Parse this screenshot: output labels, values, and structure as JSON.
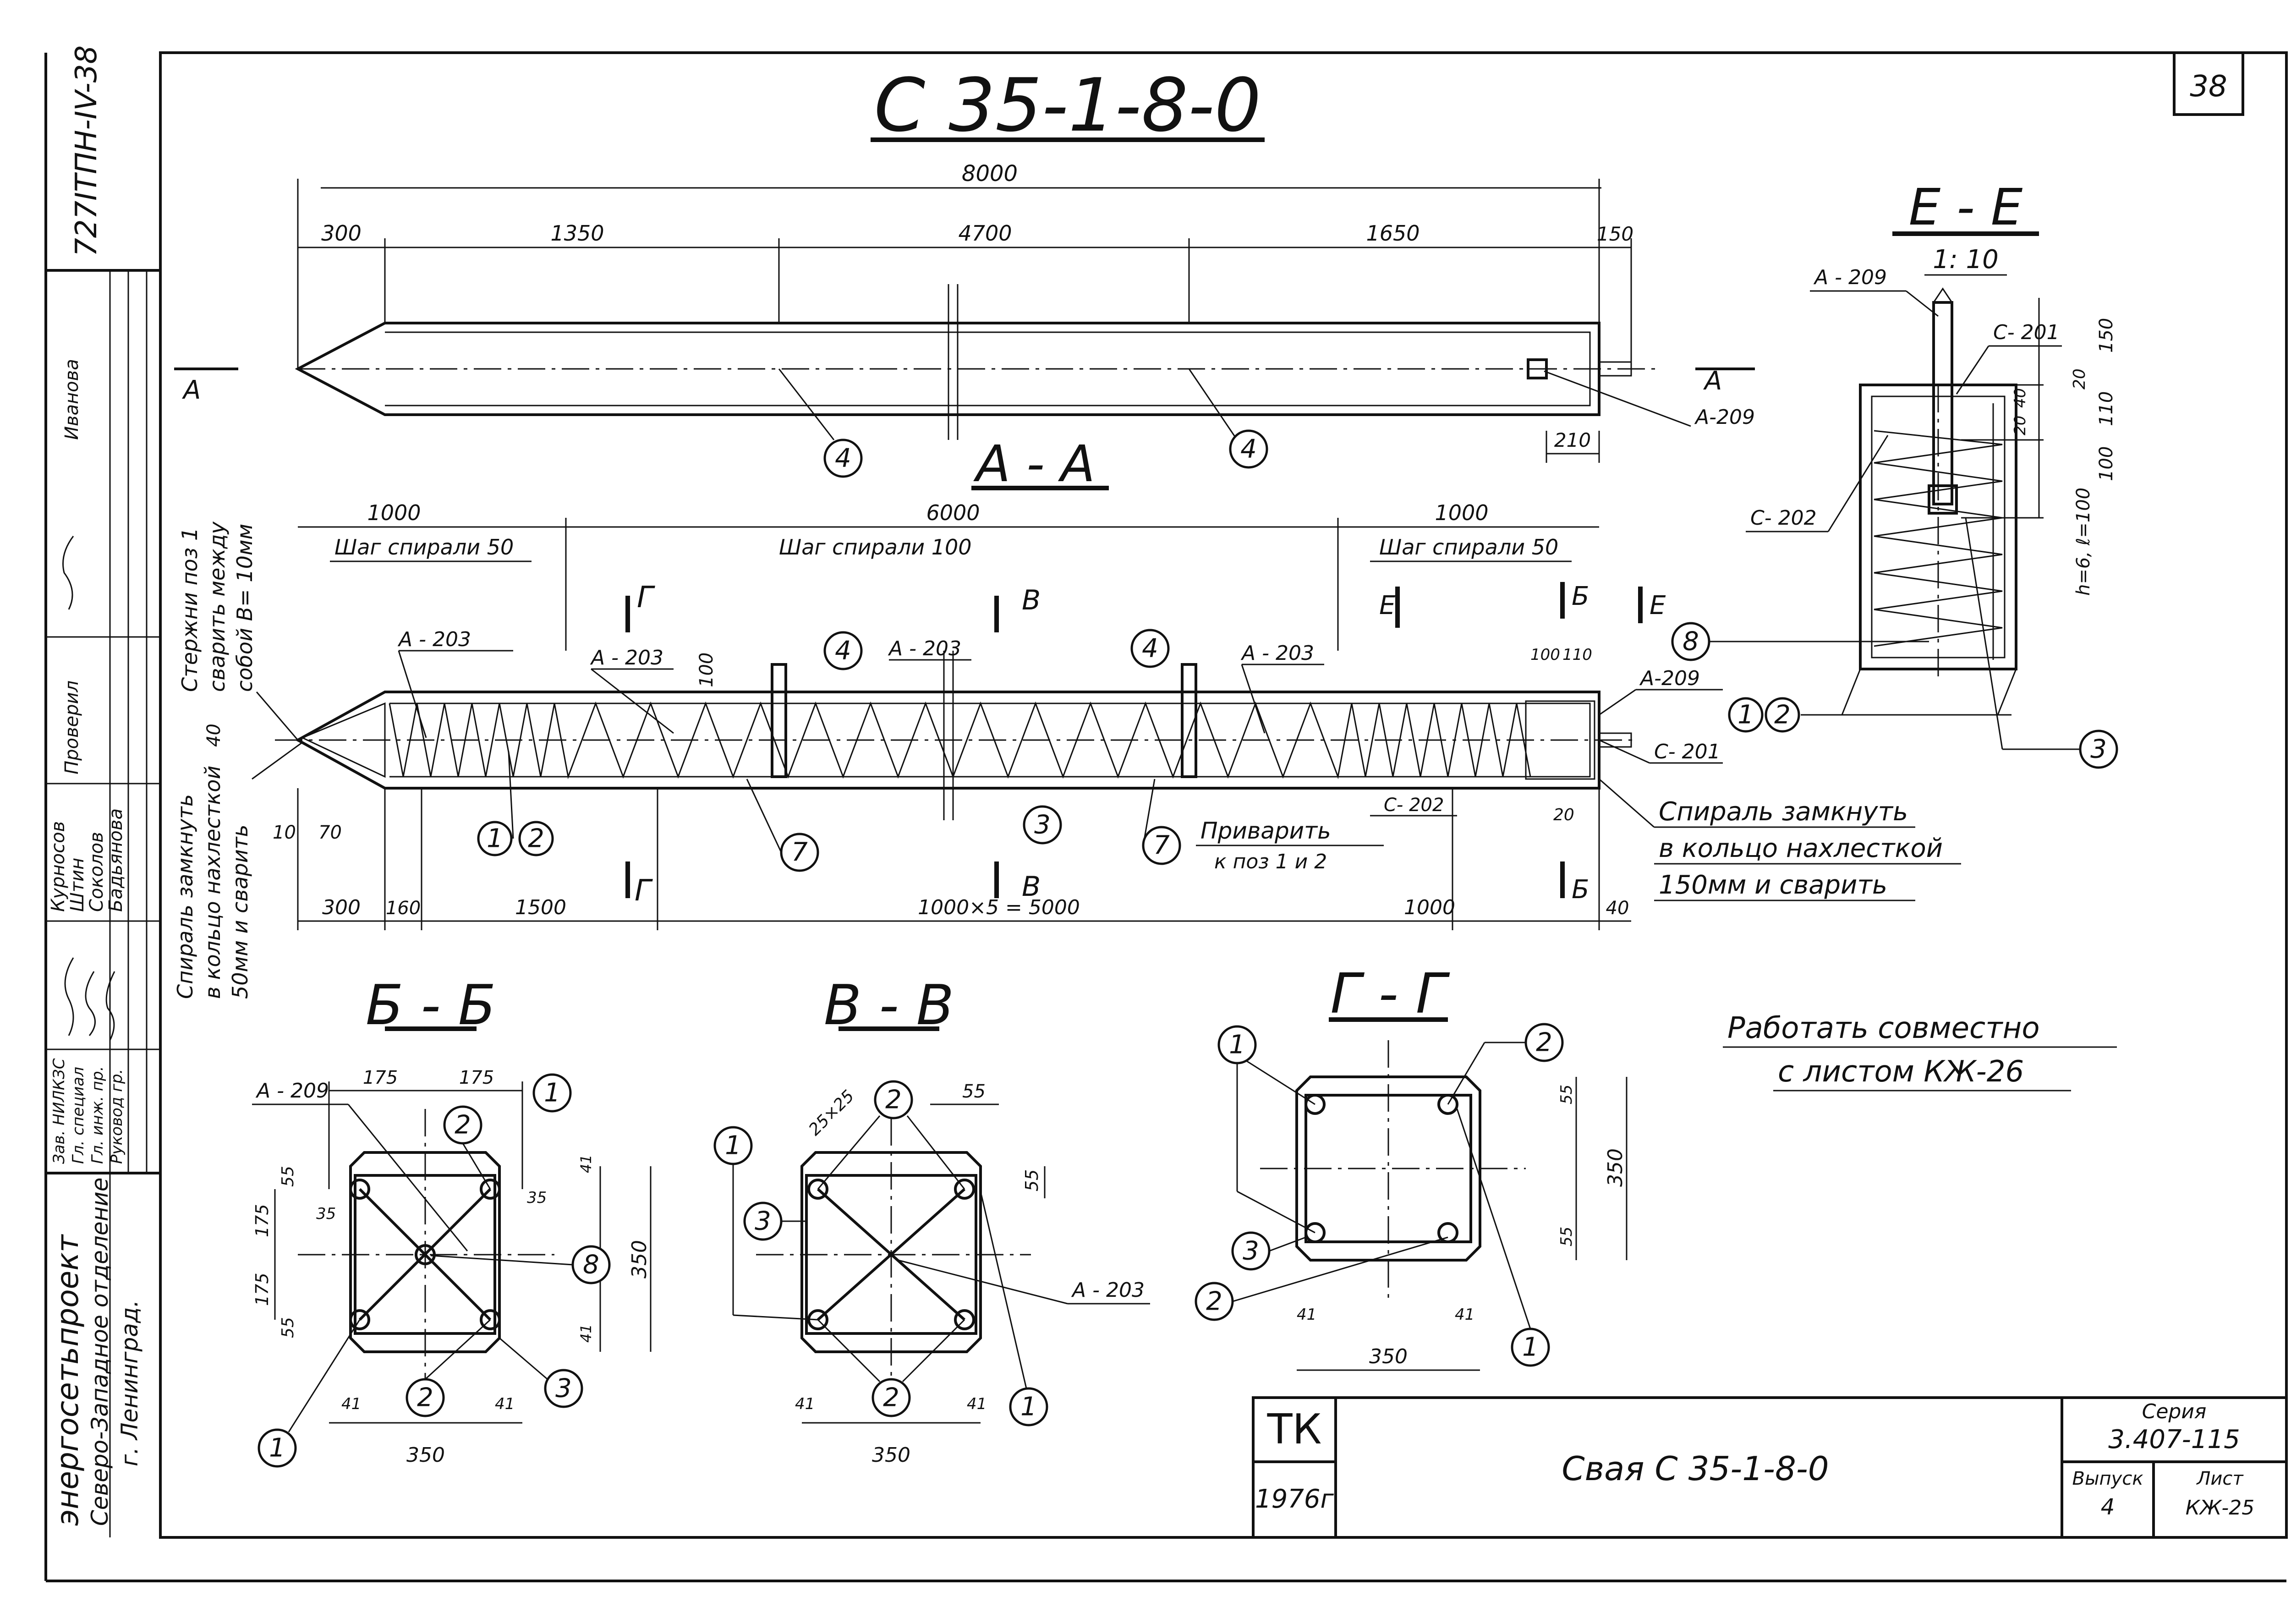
{
  "sheet_number": "38",
  "side_code": "727ITПH-IV-38",
  "main_title": "С 35-1-8-0",
  "elevation_dims": {
    "total": "8000",
    "seg1": "300",
    "seg2": "1350",
    "seg3": "4700",
    "seg4": "1650",
    "seg5": "150",
    "bolt": "210"
  },
  "section_mark": "А",
  "view_aa": {
    "title": "А - А",
    "zone_left": "1000",
    "zone_mid": "6000",
    "zone_right": "1000",
    "pitch_left": "Шаг спирали 50",
    "pitch_mid": "Шаг спирали 100",
    "pitch_right": "Шаг спирали 50",
    "bottom_dims": [
      "300",
      "160",
      "1500",
      "1000×5 = 5000",
      "1000",
      "40"
    ],
    "small_dims": {
      "d10": "10",
      "d70": "70",
      "d40": "40",
      "d100": "100",
      "d110": "110",
      "d100b": "100",
      "d20": "20"
    },
    "labels": {
      "a203": "А - 203",
      "a209": "А-209",
      "c201": "С- 201",
      "c202": "С- 202"
    },
    "weld_note_1": "Приварить",
    "weld_note_2": "к поз 1 и 2",
    "spiral_note": [
      "Спираль замкнуть",
      "в кольцо нахлесткой",
      "150мм и сварить"
    ],
    "left_note_bars": [
      "Стержни поз 1",
      "сварить между",
      "собой В= 10мм"
    ],
    "left_note_spiral": [
      "Спираль замкнуть",
      "в кольцо нахлесткой",
      "50мм и сварить"
    ]
  },
  "cut_marks": {
    "g": "Г",
    "v": "В",
    "b": "Б",
    "e": "Е"
  },
  "view_ee": {
    "title": "Е - Е",
    "scale": "1: 10",
    "labels": {
      "a209": "А - 209",
      "c201": "С- 201",
      "c202": "С- 202",
      "bar": "h=6, ℓ=100"
    },
    "dims": [
      "150",
      "20",
      "40",
      "110",
      "20",
      "100"
    ]
  },
  "view_bb": {
    "title": "Б - Б",
    "label": "А - 209",
    "dims": [
      "175",
      "175",
      "175",
      "175",
      "55",
      "55",
      "35",
      "35",
      "41",
      "41",
      "41",
      "41",
      "350",
      "350"
    ]
  },
  "view_vv": {
    "title": "В - В",
    "label": "А - 203",
    "note": "25×25",
    "dims": [
      "55",
      "55",
      "41",
      "41",
      "350"
    ]
  },
  "view_gg": {
    "title": "Г - Г",
    "dims": [
      "55",
      "55",
      "350",
      "41",
      "41",
      "350"
    ]
  },
  "work_note": [
    "Работать совместно",
    "с листом КЖ-26"
  ],
  "stamp": {
    "org": "энергосетьпроект",
    "branch": "Северо-Западное отделение",
    "city": "г. Ленинград.",
    "roles": [
      "Зав. НИЛКЗС",
      "Гл. специал",
      "Гл. инж. пр.",
      "Руковод гр."
    ],
    "names": [
      "Курносов",
      "Штин",
      "Соколов",
      "Бадьянова"
    ],
    "check_roles": [
      "Проверил",
      "Иванова"
    ],
    "tk": "ТК",
    "year": "1976г",
    "name": "Свая С 35-1-8-0",
    "series_label": "Серия",
    "series_value": "3.407-115",
    "issue_label": "Выпуск",
    "issue_value": "4",
    "list_label": "Лист",
    "list_value": "КЖ-25"
  }
}
